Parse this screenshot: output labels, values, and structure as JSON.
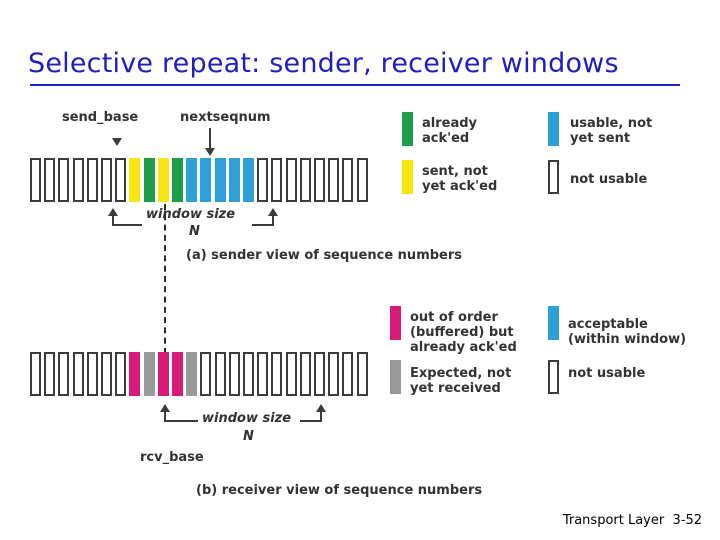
{
  "slide": {
    "title": "Selective repeat: sender, receiver windows",
    "footer": "Transport Layer  3-52"
  },
  "colors": {
    "title": "#1f1fc0",
    "outline": "#3b3b3b",
    "already_acked": "#1d9e4b",
    "sent_not_acked": "#f6e713",
    "usable_not_sent": "#2f9fd8",
    "out_of_order_buffered": "#d81b79",
    "expected_not_received": "#9a9a9a",
    "acceptable_within_window": "#2f9fd8",
    "text": "#333333"
  },
  "sender": {
    "label_send_base": "send_base",
    "label_nextseqnum": "nextseqnum",
    "window_size_label": "window size",
    "window_size_n": "N",
    "caption": "(a) sender view of sequence numbers",
    "bars": [
      {
        "state": "empty"
      },
      {
        "state": "empty"
      },
      {
        "state": "empty"
      },
      {
        "state": "empty"
      },
      {
        "state": "empty"
      },
      {
        "state": "empty"
      },
      {
        "state": "empty"
      },
      {
        "state": "sent_not_acked"
      },
      {
        "state": "already_acked"
      },
      {
        "state": "sent_not_acked"
      },
      {
        "state": "already_acked"
      },
      {
        "state": "usable_not_sent"
      },
      {
        "state": "usable_not_sent"
      },
      {
        "state": "usable_not_sent"
      },
      {
        "state": "usable_not_sent"
      },
      {
        "state": "usable_not_sent"
      },
      {
        "state": "empty"
      },
      {
        "state": "empty"
      },
      {
        "state": "empty"
      },
      {
        "state": "empty"
      },
      {
        "state": "empty"
      },
      {
        "state": "empty"
      },
      {
        "state": "empty"
      },
      {
        "state": "empty"
      }
    ]
  },
  "receiver": {
    "label_rcv_base": "rcv_base",
    "window_size_label": "window size",
    "window_size_n": "N",
    "caption": "(b) receiver view of sequence numbers",
    "bars": [
      {
        "state": "empty"
      },
      {
        "state": "empty"
      },
      {
        "state": "empty"
      },
      {
        "state": "empty"
      },
      {
        "state": "empty"
      },
      {
        "state": "empty"
      },
      {
        "state": "empty"
      },
      {
        "state": "out_of_order_buffered"
      },
      {
        "state": "expected_not_received"
      },
      {
        "state": "out_of_order_buffered"
      },
      {
        "state": "out_of_order_buffered"
      },
      {
        "state": "expected_not_received"
      },
      {
        "state": "empty"
      },
      {
        "state": "empty"
      },
      {
        "state": "empty"
      },
      {
        "state": "empty"
      },
      {
        "state": "empty"
      },
      {
        "state": "empty"
      },
      {
        "state": "empty"
      },
      {
        "state": "empty"
      },
      {
        "state": "empty"
      },
      {
        "state": "empty"
      },
      {
        "state": "empty"
      },
      {
        "state": "empty"
      }
    ]
  },
  "legend_sender": [
    {
      "key": "already-acked",
      "color": "#1d9e4b",
      "outline": false,
      "text": "already\nack'ed"
    },
    {
      "key": "sent-not-yet-acked",
      "color": "#f6e713",
      "outline": false,
      "text": "sent, not\nyet ack'ed"
    },
    {
      "key": "usable-not-yet-sent",
      "color": "#2f9fd8",
      "outline": false,
      "text": "usable, not\nyet sent"
    },
    {
      "key": "not-usable",
      "color": "#ffffff",
      "outline": true,
      "text": "not usable"
    }
  ],
  "legend_receiver": [
    {
      "key": "out-of-order-buffered",
      "color": "#d81b79",
      "outline": false,
      "text": "out of order\n(buffered) but\nalready ack'ed"
    },
    {
      "key": "expected-not-yet-received",
      "color": "#9a9a9a",
      "outline": false,
      "text": "Expected, not\nyet received"
    },
    {
      "key": "acceptable-within-window",
      "color": "#2f9fd8",
      "outline": false,
      "text": "acceptable\n(within window)"
    },
    {
      "key": "not-usable-receiver",
      "color": "#ffffff",
      "outline": true,
      "text": "not usable"
    }
  ]
}
